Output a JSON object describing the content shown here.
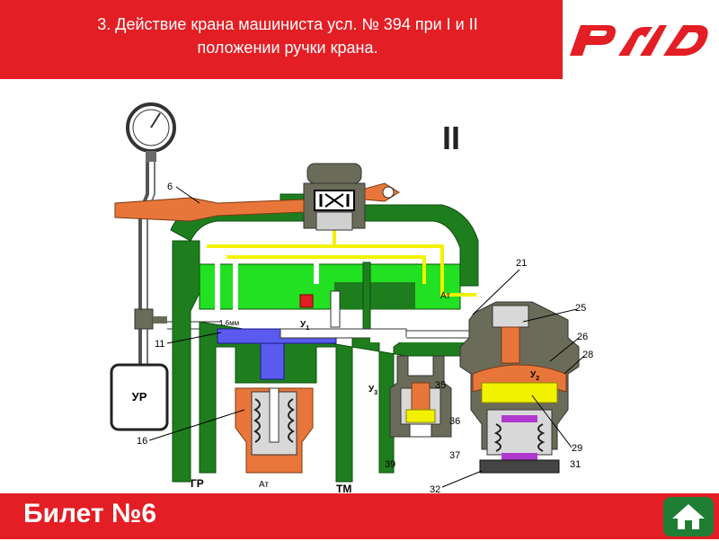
{
  "header": {
    "title_line1": "3.    Действие крана машиниста усл. № 394 при I и II",
    "title_line2": "положении ручки крана."
  },
  "footer": {
    "ticket": "Билет №6"
  },
  "diagram": {
    "position_mark": "II",
    "labels": {
      "l6": "6",
      "l11": "11",
      "l16": "16",
      "l21": "21",
      "l25": "25",
      "l26": "26",
      "l28": "28",
      "l29": "29",
      "l31": "31",
      "l32": "32",
      "l35": "35",
      "l36": "36",
      "l37": "37",
      "l39": "39",
      "ur": "УР",
      "gr": "ГР",
      "at": "Ат",
      "tm": "ТМ",
      "at2": "Ат",
      "u1": "У",
      "u1sub": "1",
      "u2": "У",
      "u2sub": "2",
      "u3": "У",
      "u3sub": "3",
      "diam": "1,6мм"
    }
  },
  "colors": {
    "brand_red": "#e31e24",
    "green": "#1e7e1e",
    "light_green": "#22e022",
    "yellow": "#f2f200",
    "orange": "#e8763a",
    "home_green": "#1e7e34"
  }
}
